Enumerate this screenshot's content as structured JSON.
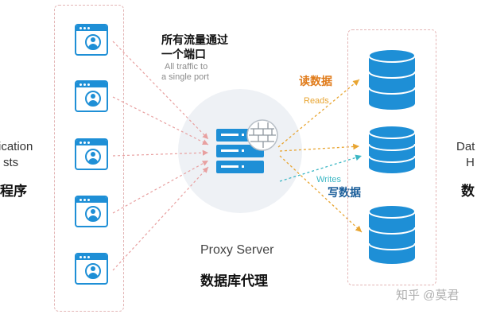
{
  "left_group": {
    "label_en_line1": "ication",
    "label_en_line2": "sts",
    "label_cn": "程序"
  },
  "traffic_note": {
    "cn_line1": "所有流量通过",
    "cn_line2": "一个端口",
    "en_line1": "All traffic to",
    "en_line2": "a single port"
  },
  "proxy": {
    "name_en": "Proxy Server",
    "name_cn": "数据库代理"
  },
  "reads": {
    "cn": "读数据",
    "en": "Reads"
  },
  "writes": {
    "cn": "写数据",
    "en": "Writes"
  },
  "right_group": {
    "label_en_line1": "Dat",
    "label_en_line2": "H",
    "label_cn": "数"
  },
  "watermark": "知乎 @莫君",
  "colors": {
    "blue": "#1e8fd6",
    "dashed_border": "#e3b5b5",
    "reads_arrow": "#e8a532",
    "writes_arrow": "#3cb7c4",
    "incoming_arrow": "#e8a0a0"
  },
  "icons": {
    "app": "app-window-user-icon",
    "server": "server-rack-icon",
    "firewall": "brick-firewall-icon",
    "database": "database-cylinder-icon"
  }
}
